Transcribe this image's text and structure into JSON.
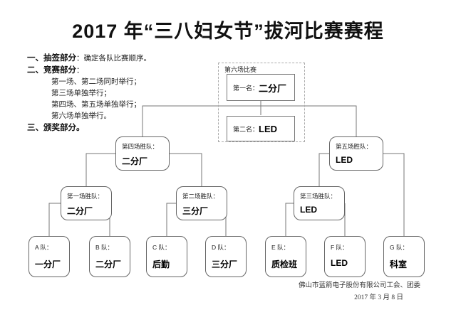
{
  "title": "2017 年“三八妇女节”拔河比赛赛程",
  "notes": {
    "s1_label": "一、抽签部分",
    "s1_rest": "：确定各队比赛顺序。",
    "s2_label": "二、竞赛部分",
    "s2_rest": "：",
    "sub": [
      "第一场、第二场同时举行；",
      "第三场单独举行；",
      "第四场、第五场单独举行；",
      "第六场单独举行。"
    ],
    "s3_label": "三、颁奖部分。"
  },
  "bracket": {
    "final_group_label": "第六场比赛",
    "first_place": {
      "label": "第一名：",
      "team": "二分厂"
    },
    "second_place": {
      "label": "第二名：",
      "team": "LED"
    },
    "semifinals": [
      {
        "label": "第四场胜队：",
        "team": "二分厂"
      },
      {
        "label": "第五场胜队：",
        "team": "LED"
      }
    ],
    "round1_winners": [
      {
        "label": "第一场胜队：",
        "team": "二分厂"
      },
      {
        "label": "第二场胜队：",
        "team": "三分厂"
      },
      {
        "label": "第三场胜队：",
        "team": "LED"
      }
    ],
    "teams": [
      {
        "label": "A 队：",
        "team": "一分厂"
      },
      {
        "label": "B 队：",
        "team": "二分厂"
      },
      {
        "label": "C 队：",
        "team": "后勤"
      },
      {
        "label": "D 队：",
        "team": "三分厂"
      },
      {
        "label": "E 队：",
        "team": "质检班"
      },
      {
        "label": "F 队：",
        "team": "LED"
      },
      {
        "label": "G 队：",
        "team": "科室"
      }
    ]
  },
  "footer": {
    "organizer": "佛山市蓝箭电子股份有限公司工会、团委",
    "date": "2017 年 3 月 8 日"
  },
  "colors": {
    "text": "#1a1a1a",
    "box_border": "#666666",
    "line": "#777777",
    "dashed_border": "#aaaaaa",
    "background": "#ffffff"
  }
}
